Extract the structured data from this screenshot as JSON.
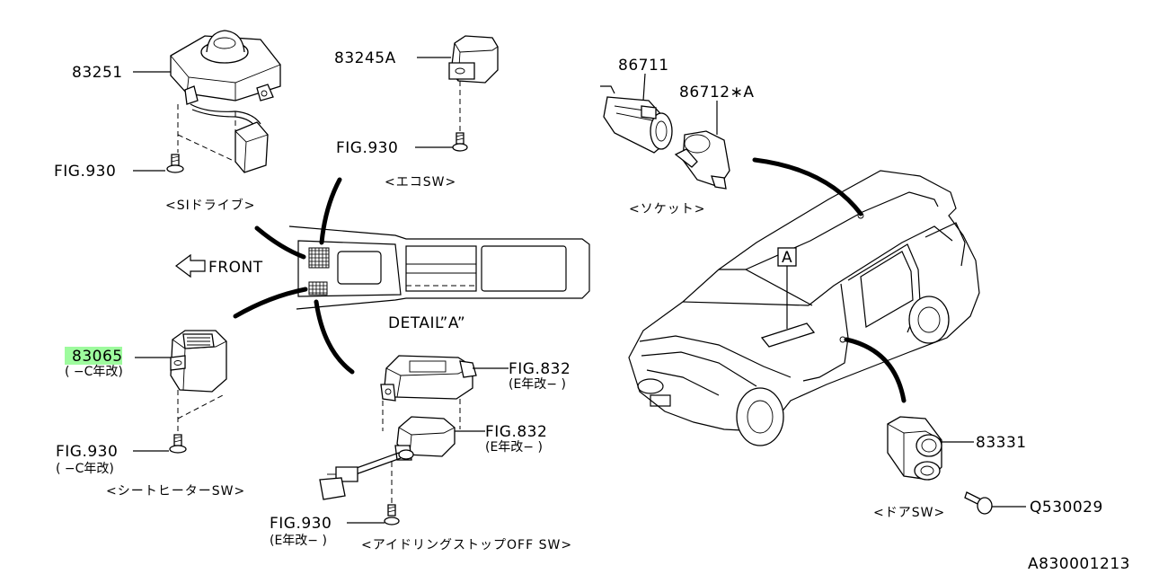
{
  "parts": {
    "p83251": "83251",
    "p83245A": "83245A",
    "p86711": "86711",
    "p86712A": "86712∗A",
    "p83065": "83065",
    "p83065_note": "( −C年改)",
    "p83331": "83331",
    "pQ530029": "Q530029"
  },
  "refs": {
    "fig930_si": "FIG.930",
    "fig930_eco": "FIG.930",
    "fig930_seat": "FIG.930",
    "fig930_seat_note": "( −C年改)",
    "fig832_a": "FIG.832",
    "fig832_a_note": "(E年改− )",
    "fig832_b": "FIG.832",
    "fig832_b_note": "(E年改− )",
    "fig930_idle": "FIG.930",
    "fig930_idle_note": "(E年改− )"
  },
  "captions": {
    "si_drive": "<SIドライブ>",
    "eco_sw": "<エコSW>",
    "socket": "<ソケット>",
    "seat_heater_sw": "<シートヒーターSW>",
    "idle_stop_sw": "<アイドリングストップOFF SW>",
    "door_sw": "<ドアSW>"
  },
  "detail": {
    "front": "FRONT",
    "detail_label": "DETAIL”A”",
    "callout": "A"
  },
  "drawing_number": "A830001213",
  "highlight_color": "#7dfa7d"
}
